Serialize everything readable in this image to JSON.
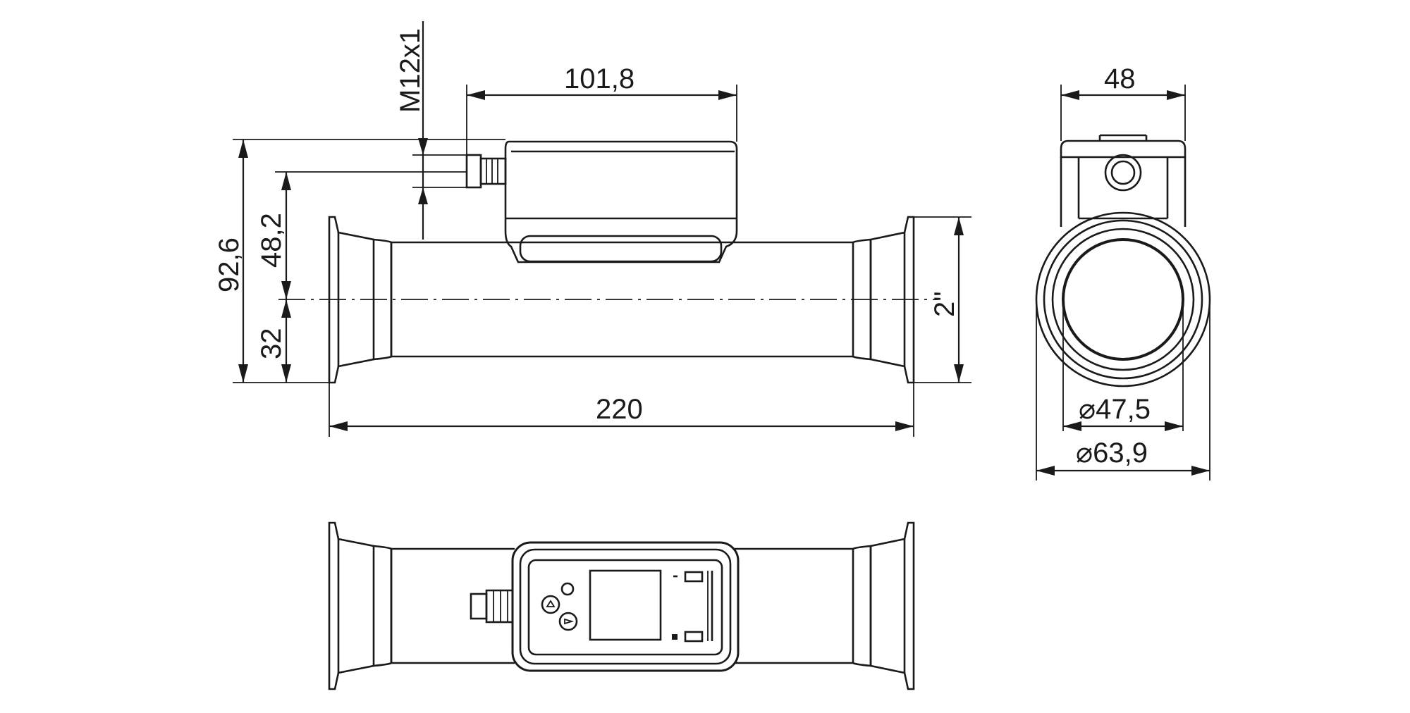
{
  "dimensions": {
    "thread": "M12x1",
    "housing_length": "101,8",
    "overall_height": "92,6",
    "axis_to_top": "48,2",
    "axis_to_bottom": "32",
    "pipe_size": "2\"",
    "overall_length": "220",
    "width": "48",
    "inner_diameter": "⌀47,5",
    "flange_diameter": "⌀63,9"
  }
}
